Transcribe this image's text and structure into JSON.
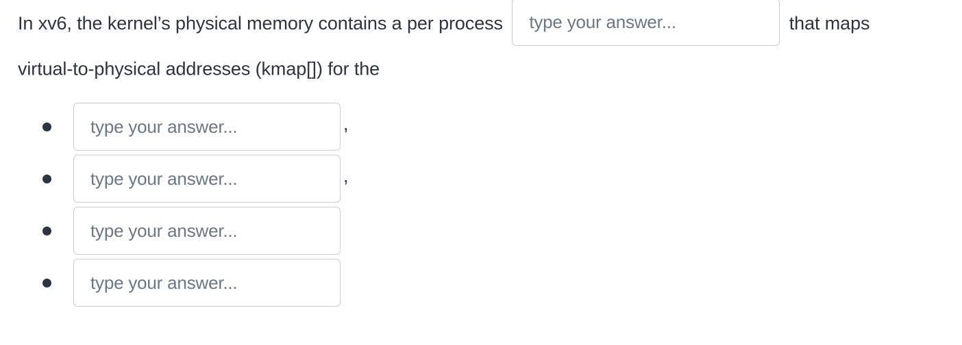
{
  "question": {
    "line1_before_input": "In xv6, the kernel’s physical memory contains a per process",
    "line1_after_input": "that maps",
    "line2": "virtual-to-physical addresses (kmap[]) for the",
    "inline_input": {
      "value": "",
      "placeholder": "type your answer..."
    }
  },
  "answer_list": [
    {
      "bullet": "•",
      "input": {
        "value": "",
        "placeholder": "type your answer..."
      },
      "separator": ","
    },
    {
      "bullet": "•",
      "input": {
        "value": "",
        "placeholder": "type your answer..."
      },
      "separator": ","
    },
    {
      "bullet": "•",
      "input": {
        "value": "",
        "placeholder": "type your answer..."
      },
      "separator": ""
    },
    {
      "bullet": "•",
      "input": {
        "value": "",
        "placeholder": "type your answer..."
      },
      "separator": ""
    }
  ],
  "colors": {
    "background": "#ffffff",
    "text": "#2b3440",
    "placeholder": "#6b7884",
    "input_border": "#c7ced4"
  }
}
